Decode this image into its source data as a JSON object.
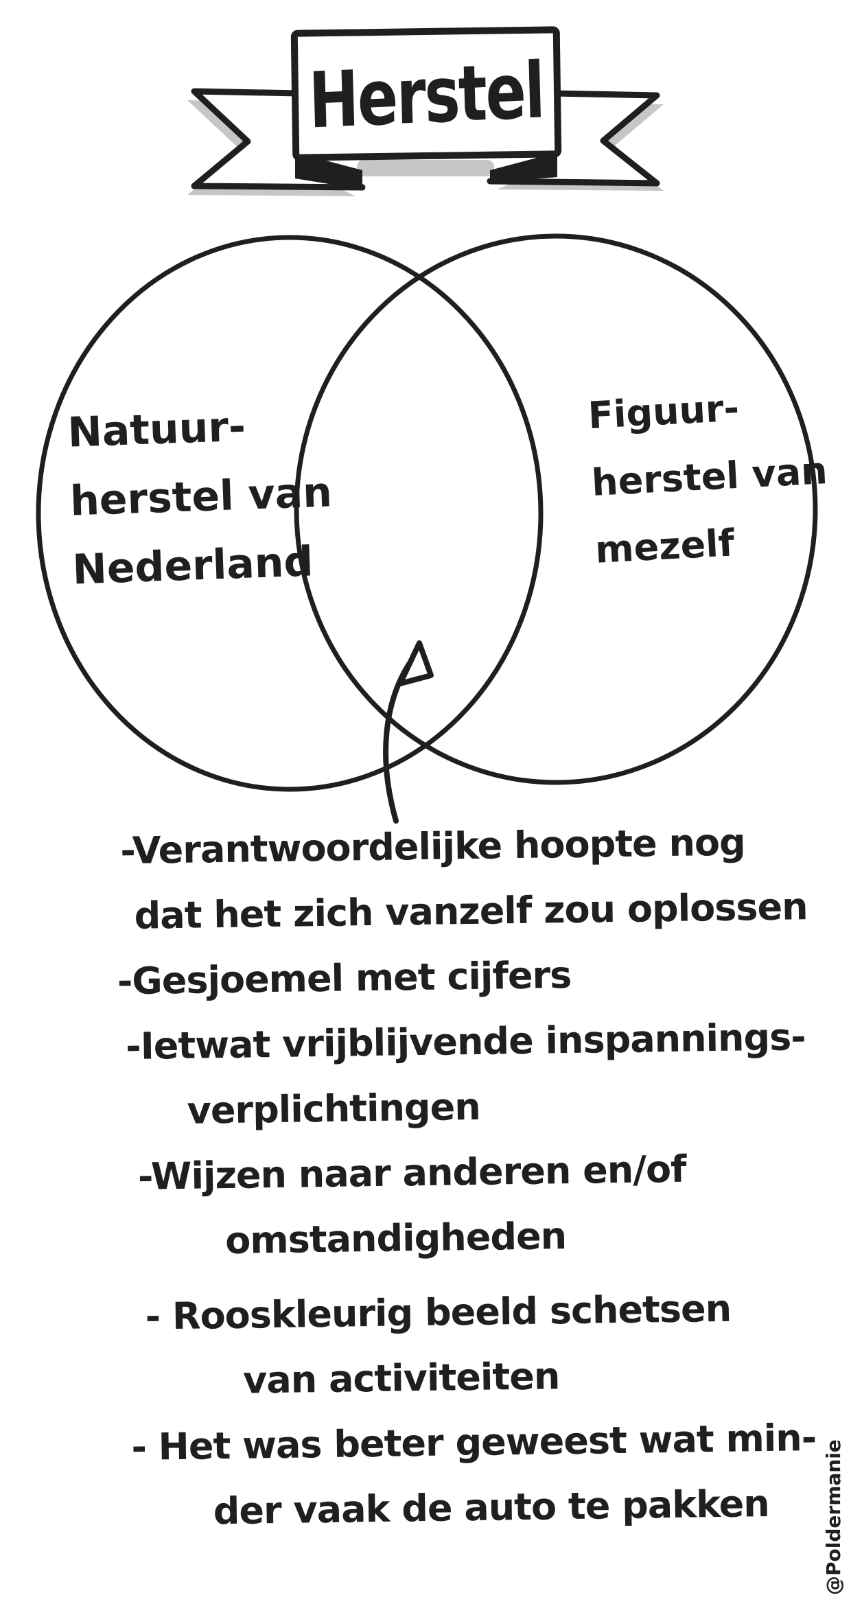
{
  "banner": {
    "title": "Herstel"
  },
  "venn": {
    "left": {
      "line1": "Natuur-",
      "line2": "herstel van",
      "line3": "Nederland"
    },
    "right": {
      "line1": "Figuur-",
      "line2": "herstel van",
      "line3": "mezelf"
    }
  },
  "notes": {
    "lines": [
      {
        "text": "-Verantwoordelijke hoopte nog"
      },
      {
        "text": "dat het zich vanzelf zou oplossen"
      },
      {
        "text": "-Gesjoemel met cijfers"
      },
      {
        "text": "-Ietwat vrijblijvende inspannings-"
      },
      {
        "text": "verplichtingen"
      },
      {
        "text": "-Wijzen naar anderen en/of"
      },
      {
        "text": "omstandigheden"
      },
      {
        "text": "- Rooskleurig beeld schetsen"
      },
      {
        "text": "van activiteiten"
      },
      {
        "text": "- Het was beter geweest wat min-"
      },
      {
        "text": "der vaak de auto te pakken"
      }
    ]
  },
  "signature": {
    "handle": "@Poldermanie"
  },
  "colors": {
    "ink": "#1e1f1e",
    "shadow": "#c4c7c6",
    "background": "#ffffff"
  }
}
